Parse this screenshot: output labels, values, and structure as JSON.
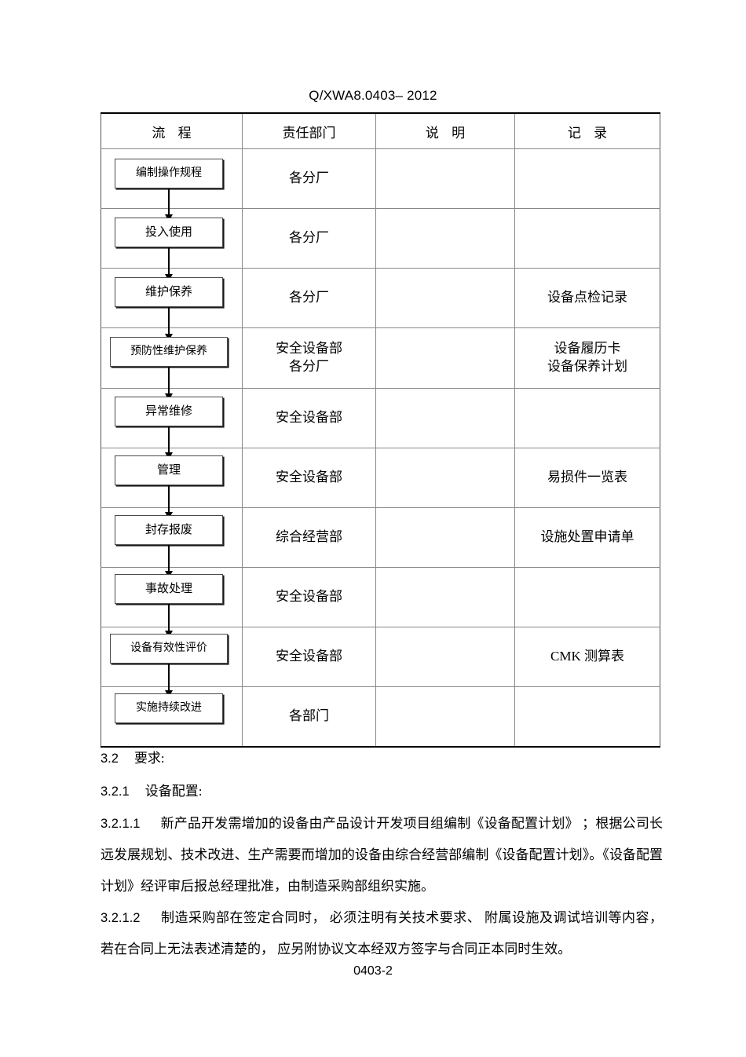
{
  "document": {
    "title": "Q/XWA8.0403– 2012",
    "footer_page": "0403-2"
  },
  "table": {
    "headers": [
      {
        "label": "流  程",
        "name": "col-header-flow"
      },
      {
        "label": "责任部门",
        "name": "col-header-department"
      },
      {
        "label": "说  明",
        "name": "col-header-description"
      },
      {
        "label": "记  录",
        "name": "col-header-record"
      }
    ],
    "rows": [
      {
        "flow": "编制操作规程",
        "dept": "各分厂",
        "dept2": "",
        "desc": "",
        "rec": "",
        "rec2": ""
      },
      {
        "flow": "投入使用",
        "dept": "各分厂",
        "dept2": "",
        "desc": "",
        "rec": "",
        "rec2": ""
      },
      {
        "flow": "维护保养",
        "dept": "各分厂",
        "dept2": "",
        "desc": "",
        "rec": "设备点检记录",
        "rec2": ""
      },
      {
        "flow": "预防性维护保养",
        "dept": "安全设备部",
        "dept2": "各分厂",
        "desc": "",
        "rec": "设备履历卡",
        "rec2": "设备保养计划"
      },
      {
        "flow": "异常维修",
        "dept": "安全设备部",
        "dept2": "",
        "desc": "",
        "rec": "",
        "rec2": ""
      },
      {
        "flow": "管理",
        "dept": "安全设备部",
        "dept2": "",
        "desc": "",
        "rec": "易损件一览表",
        "rec2": ""
      },
      {
        "flow": "封存报废",
        "dept": "综合经营部",
        "dept2": "",
        "desc": "",
        "rec": "设施处置申请单",
        "rec2": ""
      },
      {
        "flow": "事故处理",
        "dept": "安全设备部",
        "dept2": "",
        "desc": "",
        "rec": "",
        "rec2": ""
      },
      {
        "flow": "设备有效性评价",
        "dept": "安全设备部",
        "dept2": "",
        "desc": "",
        "rec": "CMK 测算表",
        "rec2": ""
      },
      {
        "flow": "实施持续改进",
        "dept": "各部门",
        "dept2": "",
        "desc": "",
        "rec": "",
        "rec2": ""
      }
    ]
  },
  "flowchart": {
    "nodes": [
      "编制操作规程",
      "投入使用",
      "维护保养",
      "预防性维护保养",
      "异常维修",
      "管理",
      "封存报废",
      "事故处理",
      "设备有效性评价",
      "实施持续改进"
    ]
  },
  "body": {
    "s32_num": "3.2",
    "s32_text": "要求:",
    "s321_num": "3.2.1",
    "s321_text": "设备配置:",
    "s3211_num": "3.2.1.1",
    "s3211_text": "新产品开发需增加的设备由产品设计开发项目组编制《设备配置计划》 ；根据公司长远发展规划、技术改进、生产需要而增加的设备由综合经营部编制《设备配置计划》。《设备配置计划》经评审后报总经理批准，由制造采购部组织实施。",
    "s3212_num": "3.2.1.2",
    "s3212_text": "制造采购部在签定合同时， 必须注明有关技术要求、 附属设施及调试培训等内容， 若在合同上无法表述清楚的， 应另附协议文本经双方签字与合同正本同时生效。"
  }
}
